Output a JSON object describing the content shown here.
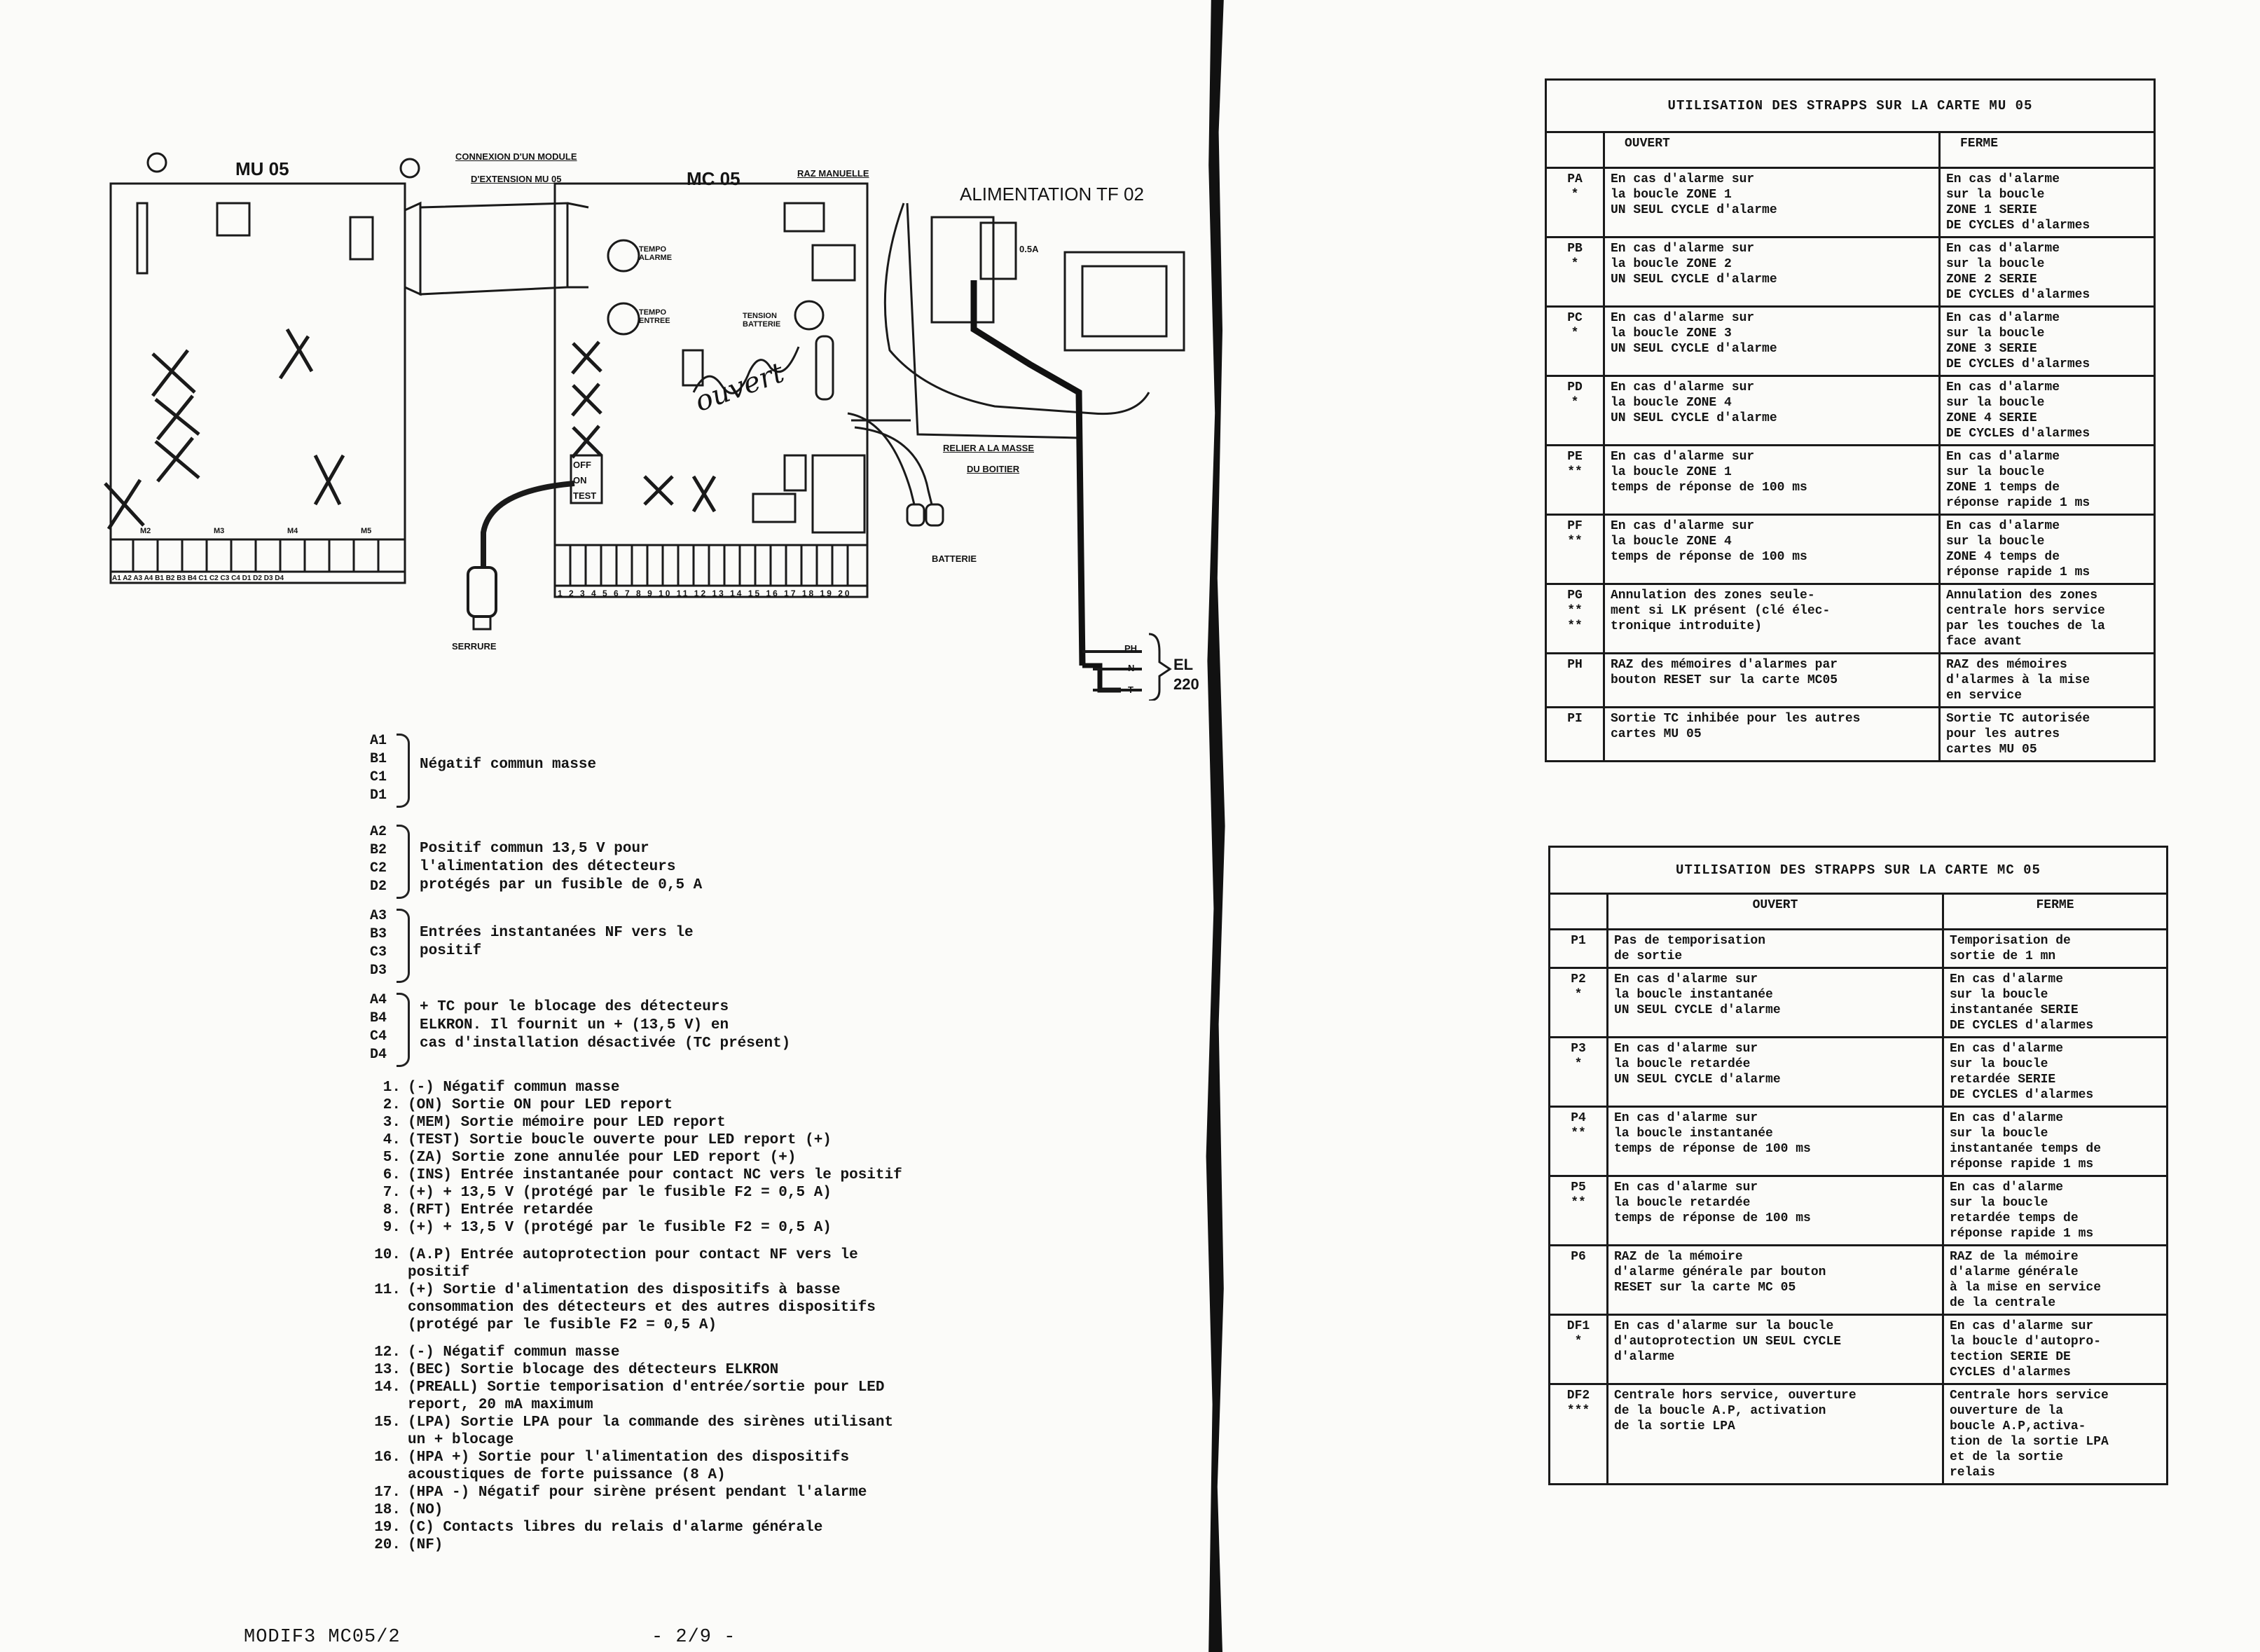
{
  "diagram": {
    "mu05_title": "MU 05",
    "mc05_title": "MC 05",
    "alim_title": "ALIMENTATION  TF 02",
    "connexion_label_1": "CONNEXION D'UN MODULE",
    "connexion_label_2": "D'EXTENSION MU 05",
    "raz_label": "RAZ MANUELLE",
    "tempo_alarme": "TEMPO ALARME",
    "tempo_entree": "TEMPO ENTREE",
    "tension_batterie": "TENSION BATTERIE",
    "handwritten": "ouvert",
    "relier_1": "RELIER A LA MASSE",
    "relier_2": "DU BOITIER",
    "batterie": "BATTERIE",
    "serrure": "SERRURE",
    "switch_off": "OFF",
    "switch_on": "ON",
    "switch_test": "TEST",
    "fuse_label": "0.5A",
    "mains_label": "EL 220",
    "mains_pins": [
      "PH",
      "N",
      "T"
    ],
    "mc05_term_numbers": "1 2 3 4 5 6 7 8 9 10 11 12 13 14 15 16 17 18 19 20",
    "mu05_term_labels": "A1 A2 A3 A4  B1 B2 B3 B4  C1 C2 C3 C4  D1 D2 D3 D4",
    "mu05_modules": [
      "M2",
      "M3",
      "M4",
      "M5"
    ]
  },
  "legend": {
    "groups": [
      {
        "ids": [
          "A1",
          "B1",
          "C1",
          "D1"
        ],
        "text": "Négatif commun masse"
      },
      {
        "ids": [
          "A2",
          "B2",
          "C2",
          "D2"
        ],
        "text": "Positif commun 13,5 V pour\nl'alimentation des détecteurs\nprotégés par un fusible de 0,5 A"
      },
      {
        "ids": [
          "A3",
          "B3",
          "C3",
          "D3"
        ],
        "text": "Entrées instantanées NF vers le\npositif"
      },
      {
        "ids": [
          "A4",
          "B4",
          "C4",
          "D4"
        ],
        "text": "+ TC pour le blocage des détecteurs\nELKRON. Il fournit un + (13,5 V) en\ncas d'installation désactivée (TC présent)"
      }
    ],
    "terminals": [
      {
        "n": "1.",
        "t": "(-) Négatif commun masse"
      },
      {
        "n": "2.",
        "t": "(ON) Sortie ON pour LED report"
      },
      {
        "n": "3.",
        "t": "(MEM) Sortie mémoire pour LED report"
      },
      {
        "n": "4.",
        "t": "(TEST) Sortie boucle ouverte pour LED report (+)"
      },
      {
        "n": "5.",
        "t": "(ZA) Sortie zone annulée pour LED report (+)"
      },
      {
        "n": "6.",
        "t": "(INS) Entrée instantanée pour contact NC vers le positif"
      },
      {
        "n": "7.",
        "t": "(+) + 13,5 V (protégé par le fusible F2 = 0,5 A)"
      },
      {
        "n": "8.",
        "t": "(RFT) Entrée retardée"
      },
      {
        "n": "9.",
        "t": "(+) + 13,5 V (protégé par le fusible F2 = 0,5 A)"
      },
      {
        "n": "10.",
        "t": "(A.P) Entrée autoprotection pour contact NF vers le\npositif"
      },
      {
        "n": "11.",
        "t": "(+) Sortie d'alimentation des dispositifs à basse\nconsommation des détecteurs et des autres dispositifs\n(protégé par le fusible F2 = 0,5 A)"
      },
      {
        "n": "12.",
        "t": "(-) Négatif commun masse"
      },
      {
        "n": "13.",
        "t": "(BEC) Sortie blocage des détecteurs ELKRON"
      },
      {
        "n": "14.",
        "t": "(PREALL) Sortie temporisation d'entrée/sortie pour LED\nreport, 20 mA maximum"
      },
      {
        "n": "15.",
        "t": "(LPA) Sortie LPA pour la commande des sirènes utilisant\nun + blocage"
      },
      {
        "n": "16.",
        "t": "(HPA +) Sortie pour l'alimentation des dispositifs\nacoustiques de forte puissance (8 A)"
      },
      {
        "n": "17.",
        "t": "(HPA -) Négatif pour sirène présent pendant l'alarme"
      },
      {
        "n": "18.",
        "t": "(NO)"
      },
      {
        "n": "19.",
        "t": "(C)    Contacts libres du relais d'alarme générale"
      },
      {
        "n": "20.",
        "t": "(NF)"
      }
    ]
  },
  "table_mu05": {
    "caption": "UTILISATION DES STRAPPS SUR LA CARTE MU 05",
    "col_open": "OUVERT",
    "col_closed": "FERME",
    "rows": [
      {
        "code": "PA\n*",
        "open": "En cas d'alarme sur\nla boucle ZONE 1\nUN SEUL CYCLE d'alarme",
        "closed": "En cas d'alarme\nsur la boucle\nZONE 1 SERIE\nDE CYCLES d'alarmes"
      },
      {
        "code": "PB\n*",
        "open": "En cas d'alarme sur\nla boucle ZONE 2\nUN SEUL CYCLE d'alarme",
        "closed": "En cas d'alarme\nsur la boucle\nZONE 2 SERIE\nDE CYCLES d'alarmes"
      },
      {
        "code": "PC\n*",
        "open": "En cas d'alarme sur\nla boucle ZONE 3\nUN SEUL CYCLE d'alarme",
        "closed": "En cas d'alarme\nsur la boucle\nZONE 3 SERIE\nDE CYCLES d'alarmes"
      },
      {
        "code": "PD\n*",
        "open": "En cas d'alarme sur\nla boucle ZONE 4\nUN SEUL CYCLE d'alarme",
        "closed": "En cas d'alarme\nsur la boucle\nZONE 4 SERIE\nDE CYCLES d'alarmes"
      },
      {
        "code": "PE\n**",
        "open": "En cas d'alarme sur\nla boucle ZONE 1\ntemps de réponse de 100 ms",
        "closed": "En cas d'alarme\nsur la boucle\nZONE 1 temps de\nréponse rapide 1 ms"
      },
      {
        "code": "PF\n**",
        "open": "En cas d'alarme sur\nla boucle ZONE 4\ntemps de réponse de 100 ms",
        "closed": "En cas d'alarme\nsur la boucle\nZONE 4 temps de\nréponse rapide 1 ms"
      },
      {
        "code": "PG\n**\n**",
        "open": "Annulation des zones seule-\nment si LK présent (clé élec-\ntronique introduite)",
        "closed": "Annulation des zones\ncentrale hors service\npar les touches de la\nface avant"
      },
      {
        "code": "PH",
        "open": "RAZ des mémoires d'alarmes par\nbouton RESET sur la carte MC05",
        "closed": "RAZ des mémoires\nd'alarmes à la mise\nen service"
      },
      {
        "code": "PI",
        "open": "Sortie TC inhibée pour les autres\ncartes MU 05",
        "closed": "Sortie TC autorisée\npour les autres\ncartes MU 05"
      }
    ]
  },
  "table_mc05": {
    "caption": "UTILISATION DES STRAPPS SUR LA CARTE MC 05",
    "col_open": "OUVERT",
    "col_closed": "FERME",
    "rows": [
      {
        "code": "P1",
        "open": "Pas de temporisation\nde sortie",
        "closed": "Temporisation de\nsortie de 1 mn"
      },
      {
        "code": "P2\n*",
        "open": "En cas d'alarme sur\nla boucle instantanée\nUN SEUL CYCLE d'alarme",
        "closed": "En cas d'alarme\nsur la boucle\ninstantanée SERIE\nDE CYCLES d'alarmes"
      },
      {
        "code": "P3\n*",
        "open": "En cas d'alarme sur\nla boucle retardée\nUN SEUL CYCLE d'alarme",
        "closed": "En cas d'alarme\nsur la boucle\nretardée SERIE\nDE CYCLES d'alarmes"
      },
      {
        "code": "P4\n**",
        "open": "En cas d'alarme sur\nla boucle instantanée\ntemps de réponse de 100 ms",
        "closed": "En cas d'alarme\nsur la boucle\ninstantanée temps de\nréponse rapide 1 ms"
      },
      {
        "code": "P5\n**",
        "open": "En cas d'alarme sur\nla boucle retardée\ntemps de réponse de 100 ms",
        "closed": "En cas d'alarme\nsur la boucle\nretardée temps de\nréponse rapide 1 ms"
      },
      {
        "code": "P6",
        "open": "RAZ de la mémoire\nd'alarme générale par bouton\nRESET sur la carte MC 05",
        "closed": "RAZ de la mémoire\nd'alarme générale\nà la mise en service\nde la centrale"
      },
      {
        "code": "DF1\n*",
        "open": "En cas d'alarme sur la boucle\nd'autoprotection UN SEUL CYCLE\nd'alarme",
        "closed": "En cas d'alarme sur\nla boucle d'autopro-\ntection SERIE DE\nCYCLES d'alarmes"
      },
      {
        "code": "DF2\n***",
        "open": "Centrale hors service, ouverture\nde la boucle A.P, activation\nde la sortie LPA",
        "closed": "Centrale hors service\nouverture de la\nboucle A.P,activa-\ntion de la sortie LPA\net de la sortie\nrelais"
      }
    ]
  },
  "footer": {
    "left": "MODIF3 MC05/2",
    "page": "- 2/9 -"
  }
}
